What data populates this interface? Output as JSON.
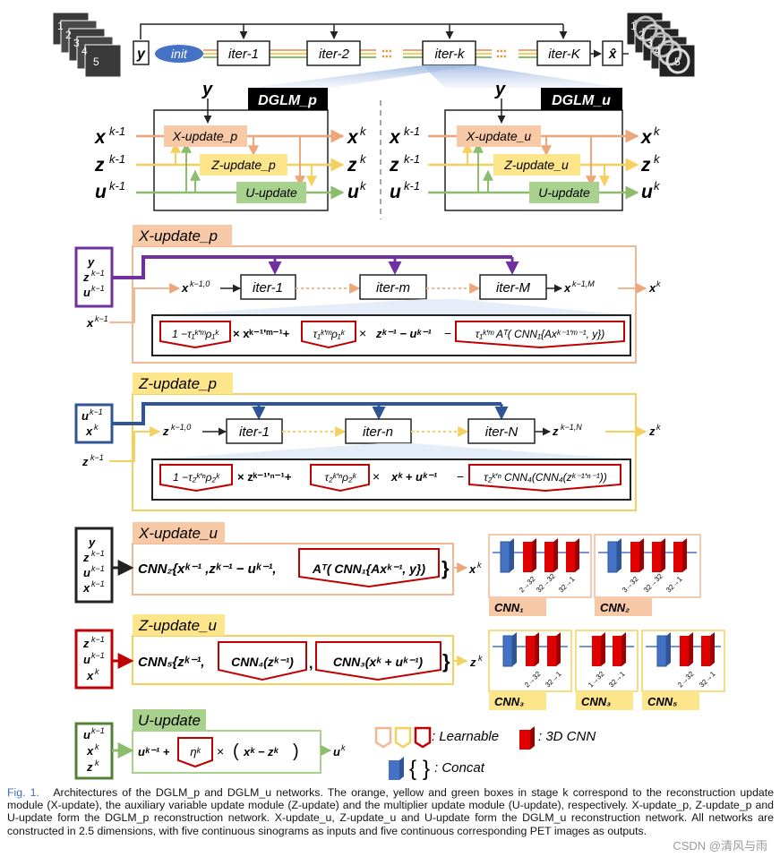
{
  "top": {
    "left_stack_numbers": [
      "1",
      "2",
      "3",
      "4",
      "5"
    ],
    "right_stack_numbers": [
      "1",
      "2",
      "3",
      "4",
      "5"
    ],
    "y": "y",
    "init": "init",
    "iters": [
      "iter-1",
      "iter-2",
      "iter-k",
      "iter-K"
    ],
    "dots": "∶∶∶",
    "xhat": "x̂"
  },
  "dglm_p": {
    "title": "DGLM_p",
    "y": "y",
    "in": [
      "x",
      "z",
      "u"
    ],
    "in_sup": "k-1",
    "out": [
      "x",
      "z",
      "u"
    ],
    "out_sup": "k",
    "modules": [
      "X-update_p",
      "Z-update_p",
      "U-update"
    ]
  },
  "dglm_u": {
    "title": "DGLM_u",
    "y": "y",
    "in": [
      "x",
      "z",
      "u"
    ],
    "in_sup": "k-1",
    "out": [
      "x",
      "z",
      "u"
    ],
    "out_sup": "k",
    "modules": [
      "X-update_u",
      "Z-update_u",
      "U-update"
    ]
  },
  "xup_p": {
    "title": "X-update_p",
    "inputs": [
      {
        "v": "y",
        "s": ""
      },
      {
        "v": "z",
        "s": "k−1"
      },
      {
        "v": "u",
        "s": "k−1"
      }
    ],
    "x_in": {
      "v": "x",
      "s": "k−1"
    },
    "start": {
      "v": "x",
      "s": "k−1,0"
    },
    "iters": [
      "iter-1",
      "iter-m",
      "iter-M"
    ],
    "end": {
      "v": "x",
      "s": "k−1,M"
    },
    "out": {
      "v": "x",
      "s": "k"
    },
    "formula": {
      "b1": "1 −τ₁ᵏ'ᵐρ₁ᵏ",
      "t1": "× xᵏ⁻¹'ᵐ⁻¹+",
      "b2": "τ₁ᵏ'ᵐρ₁ᵏ",
      "t2": "×",
      "t3": "zᵏ⁻¹ − uᵏ⁻¹",
      "t4": "−",
      "b3": "τ₁ᵏ'ᵐ Aᵀ( CNN₁{Axᵏ⁻¹'ᵐ⁻¹, y})"
    }
  },
  "zup_p": {
    "title": "Z-update_p",
    "inputs": [
      {
        "v": "u",
        "s": "k−1"
      },
      {
        "v": "x",
        "s": "k"
      }
    ],
    "z_in": {
      "v": "z",
      "s": "k−1"
    },
    "start": {
      "v": "z",
      "s": "k−1,0"
    },
    "iters": [
      "iter-1",
      "iter-n",
      "iter-N"
    ],
    "end": {
      "v": "z",
      "s": "k−1,N"
    },
    "out": {
      "v": "z",
      "s": "k"
    },
    "formula": {
      "b1": "1 −τ₂ᵏ'ⁿρ₂ᵏ",
      "t1": "× zᵏ⁻¹'ⁿ⁻¹+",
      "b2": "τ₂ᵏ'ⁿρ₂ᵏ",
      "t2": "×",
      "t3": "xᵏ + uᵏ⁻¹",
      "t4": "−",
      "b3": "τ₂ᵏ'ⁿ CNN₄(CNN₄(zᵏ⁻¹'ⁿ⁻¹))"
    }
  },
  "xup_u": {
    "title": "X-update_u",
    "inputs": [
      {
        "v": "y",
        "s": ""
      },
      {
        "v": "z",
        "s": "k−1"
      },
      {
        "v": "u",
        "s": "k−1"
      },
      {
        "v": "x",
        "s": "k−1"
      }
    ],
    "expr": "CNN₂{xᵏ⁻¹ ,zᵏ⁻¹ − uᵏ⁻¹,",
    "box": "Aᵀ( CNN₁{Axᵏ⁻¹, y})",
    "close": "}",
    "out": {
      "v": "x",
      "s": "k"
    },
    "cnn_blocks": [
      {
        "label": "CNN₁",
        "ticks": [
          "2→32",
          "32→32",
          "32→1"
        ]
      },
      {
        "label": "CNN₂",
        "ticks": [
          "3→32",
          "32→32",
          "32→1"
        ]
      }
    ]
  },
  "zup_u": {
    "title": "Z-update_u",
    "inputs": [
      {
        "v": "z",
        "s": "k−1"
      },
      {
        "v": "u",
        "s": "k−1"
      },
      {
        "v": "x",
        "s": "k"
      }
    ],
    "expr": "CNN₅{zᵏ⁻¹,",
    "box1": "CNN₄(zᵏ⁻¹)",
    "comma": ",",
    "box2": "CNN₃(xᵏ + uᵏ⁻¹)",
    "close": "}",
    "out": {
      "v": "z",
      "s": "k"
    },
    "cnn_blocks": [
      {
        "label": "CNN₃",
        "ticks": [
          "2→32",
          "32→1"
        ]
      },
      {
        "label": "CNN₃",
        "ticks": [
          "1→32",
          "32→1"
        ]
      },
      {
        "label": "CNN₅",
        "ticks": [
          "2→32",
          "32→1"
        ]
      }
    ]
  },
  "uup": {
    "title": "U-update",
    "inputs": [
      {
        "v": "u",
        "s": "k−1"
      },
      {
        "v": "x",
        "s": "k"
      },
      {
        "v": "z",
        "s": "k"
      }
    ],
    "expr": "uᵏ⁻¹ +",
    "box": "ηᵏ",
    "times": "×",
    "paren": "xᵏ − zᵏ",
    "out": {
      "v": "u",
      "s": "k"
    }
  },
  "legend": {
    "learnable": ": Learnable",
    "cnn3d": ": 3D CNN",
    "concat": ": Concat"
  },
  "caption": {
    "fig": "Fig. 1.",
    "text": "Architectures of the DGLM_p and DGLM_u networks. The orange, yellow and green boxes in stage k correspond to the reconstruction update module (X-update), the auxiliary variable update module (Z-update) and the multiplier update module (U-update), respectively. X-update_p, Z-update_p and U-update form the DGLM_p reconstruction network. X-update_u, Z-update_u and U-update form the DGLM_u reconstruction network. All networks are constructed in 2.5 dimensions, with five continuous sinograms as inputs and five continuous corresponding PET images as outputs."
  },
  "watermark": "CSDN @清风与雨",
  "colors": {
    "orange_fill": "#f7c9a6",
    "orange_edge": "#eda679",
    "yellow_fill": "#fde58c",
    "yellow_edge": "#f6d05c",
    "green_fill": "#a9d18e",
    "green_edge": "#8bbd6c",
    "purple": "#7030a0",
    "blue": "#2f5597",
    "red": "#c00000",
    "dark_green": "#538135",
    "caption_blue": "#3b6fb6"
  }
}
